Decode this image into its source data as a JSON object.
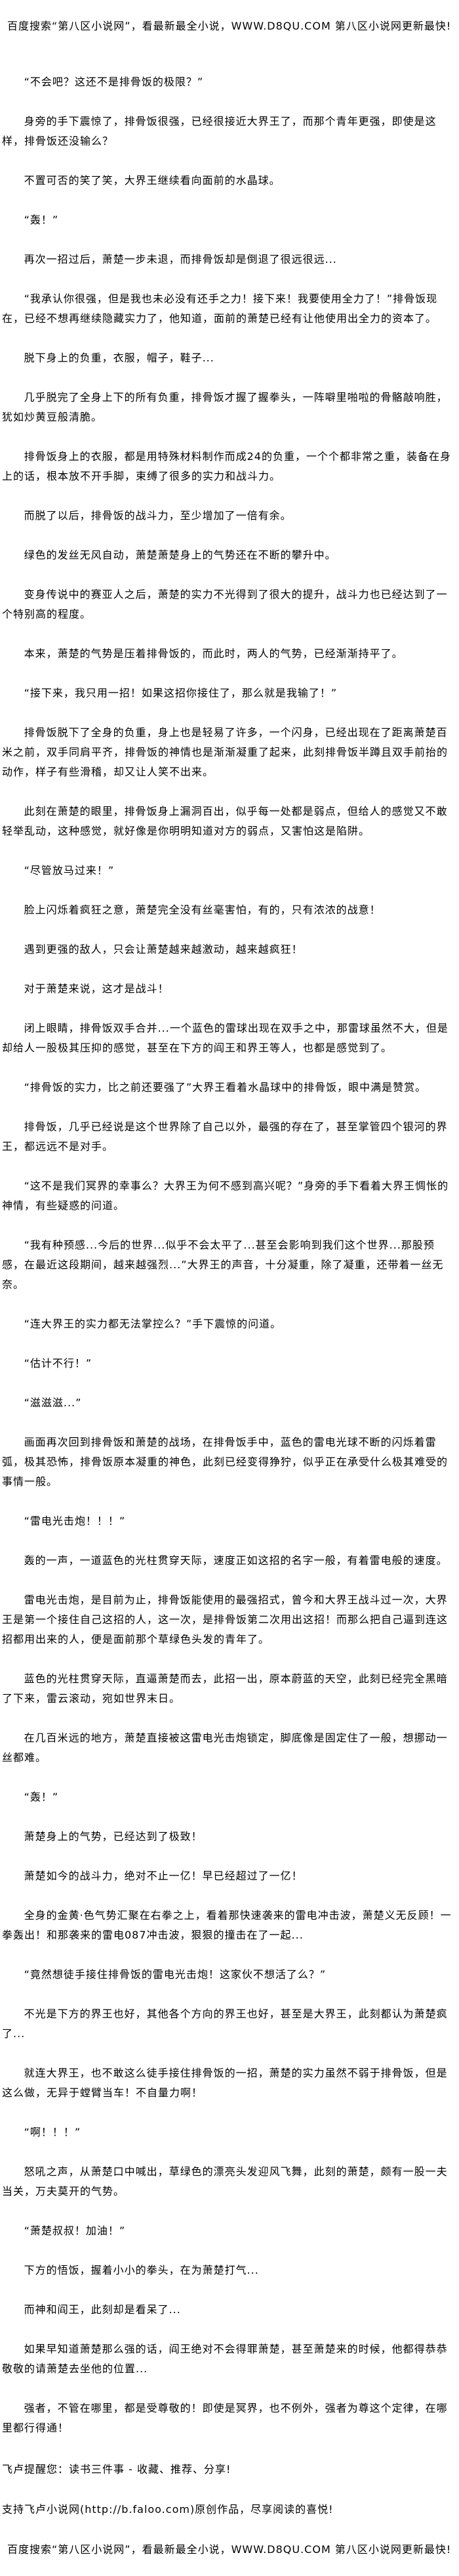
{
  "banner": "百度搜索“第八区小说网”，看最新最全小说，WWW.D8QU.COM   第八区小说网更新最快!",
  "paragraphs": [
    "“不会吧？这还不是排骨饭的极限？”",
    "身旁的手下震惊了，排骨饭很强，已经很接近大界王了，而那个青年更强，即使是这样，排骨饭还没输么？",
    "不置可否的笑了笑，大界王继续看向面前的水晶球。",
    "“轰！”",
    "再次一招过后，萧楚一步未退，而排骨饭却是倒退了很远很远...",
    "“我承认你很强，但是我也未必没有还手之力！接下来！我要使用全力了！”排骨饭现在，已经不想再继续隐藏实力了，他知道，面前的萧楚已经有让他使用出全力的资本了。",
    "脱下身上的负重，衣服，帽子，鞋子...",
    "几乎脱完了全身上下的所有负重，排骨饭才握了握拳头，一阵噼里啪啦的骨骼敲响胜，犹如炒黄豆般清脆。",
    "排骨饭身上的衣服，都是用特殊材料制作而成24的负重，一个个都非常之重，装备在身上的话，根本放不开手脚，束缚了很多的实力和战斗力。",
    "而脱了以后，排骨饭的战斗力，至少增加了一倍有余。",
    "绿色的发丝无风自动，萧楚萧楚身上的气势还在不断的攀升中。",
    "变身传说中的赛亚人之后，萧楚的实力不光得到了很大的提升，战斗力也已经达到了一个特别高的程度。",
    "本来，萧楚的气势是压着排骨饭的，而此时，两人的气势，已经渐渐持平了。",
    "“接下来，我只用一招！如果这招你接住了，那么就是我输了！”",
    "排骨饭脱下了全身的负重，身上也是轻易了许多，一个闪身，已经出现在了距离萧楚百米之前，双手同肩平齐，排骨饭的神情也是渐渐凝重了起来，此刻排骨饭半蹲且双手前抬的动作，样子有些滑稽，却又让人笑不出来。",
    "此刻在萧楚的眼里，排骨饭身上漏洞百出，似乎每一处都是弱点，但给人的感觉又不敢轻举乱动，这种感觉，就好像是你明明知道对方的弱点，又害怕这是陷阱。",
    "“尽管放马过来！”",
    "脸上闪烁着疯狂之意，萧楚完全没有丝毫害怕，有的，只有浓浓的战意！",
    "遇到更强的敌人，只会让萧楚越来越激动，越来越疯狂！",
    "对于萧楚来说，这才是战斗！",
    "闭上眼睛，排骨饭双手合并...一个蓝色的雷球出现在双手之中，那雷球虽然不大，但是却给人一股极其压抑的感觉，甚至在下方的阎王和界王等人，也都是感觉到了。",
    "“排骨饭的实力，比之前还要强了”大界王看着水晶球中的排骨饭，眼中满是赞赏。",
    "排骨饭，几乎已经说是这个世界除了自己以外，最强的存在了，甚至掌管四个银河的界王，都远远不是对手。",
    "“这不是我们冥界的幸事么？大界王为何不感到高兴呢？”身旁的手下看着大界王惆怅的神情，有些疑惑的问道。",
    "“我有种预感...今后的世界...似乎不会太平了...甚至会影响到我们这个世界...那股预感，在最近这段期间，越来越强烈...”大界王的声音，十分凝重，除了凝重，还带着一丝无奈。",
    "“连大界王的实力都无法掌控么？”手下震惊的问道。",
    "“估计不行！”",
    "“滋滋滋...”",
    "画面再次回到排骨饭和萧楚的战场，在排骨饭手中，蓝色的雷电光球不断的闪烁着雷弧，极其恐怖，排骨饭原本凝重的神色，此刻已经变得狰狞，似乎正在承受什么极其难受的事情一般。",
    "“雷电光击炮！！！”",
    "轰的一声，一道蓝色的光柱贯穿天际，速度正如这招的名字一般，有着雷电般的速度。",
    "雷电光击炮，是目前为止，排骨饭能使用的最强招式，曾今和大界王战斗过一次，大界王是第一个接住自己这招的人，这一次，是排骨饭第二次用出这招！而那么把自己逼到连这招都用出来的人，便是面前那个草绿色头发的青年了。",
    "蓝色的光柱贯穿天际，直逼萧楚而去，此招一出，原本蔚蓝的天空，此刻已经完全黑暗了下来，雷云滚动，宛如世界末日。",
    "在几百米远的地方，萧楚直接被这雷电光击炮锁定，脚底像是固定住了一般，想挪动一丝都难。",
    "“轰！”",
    "萧楚身上的气势，已经达到了极致！",
    "萧楚如今的战斗力，绝对不止一亿！早已经超过了一亿！",
    "全身的金黄·色气势汇聚在右拳之上，看着那快速袭来的雷电冲击波，萧楚义无反顾！一拳轰出！和那袭来的雷电087冲击波，狠狠的撞击在了一起...",
    "“竟然想徒手接住排骨饭的雷电光击炮！这家伙不想活了么？”",
    "不光是下方的界王也好，其他各个方向的界王也好，甚至是大界王，此刻都认为萧楚疯了...",
    "就连大界王，也不敢这么徒手接住排骨饭的一招，萧楚的实力虽然不弱于排骨饭，但是这么做，无异于螳臂当车！不自量力啊！",
    "“啊！！！”",
    "怒吼之声，从萧楚口中喊出，草绿色的漂亮头发迎风飞舞，此刻的萧楚，颇有一股一夫当关，万夫莫开的气势。",
    "“萧楚叔叔！加油！”",
    "下方的悟饭，握着小小的拳头，在为萧楚打气...",
    "而神和阎王，此刻却是看呆了...",
    "如果早知道萧楚那么强的话，阎王绝对不会得罪萧楚，甚至萧楚来的时候，他都得恭恭敬敬的请萧楚去坐他的位置...",
    "强者，不管在哪里，都是受尊敬的！即使是冥界，也不例外，强者为尊这个定律，在哪里都行得通！"
  ],
  "footer": {
    "reminder": "飞卢提醒您：读书三件事 - 收藏、推荐、分享!",
    "support": "支持飞卢小说网(http://b.faloo.com)原创作品，尽享阅读的喜悦!"
  }
}
